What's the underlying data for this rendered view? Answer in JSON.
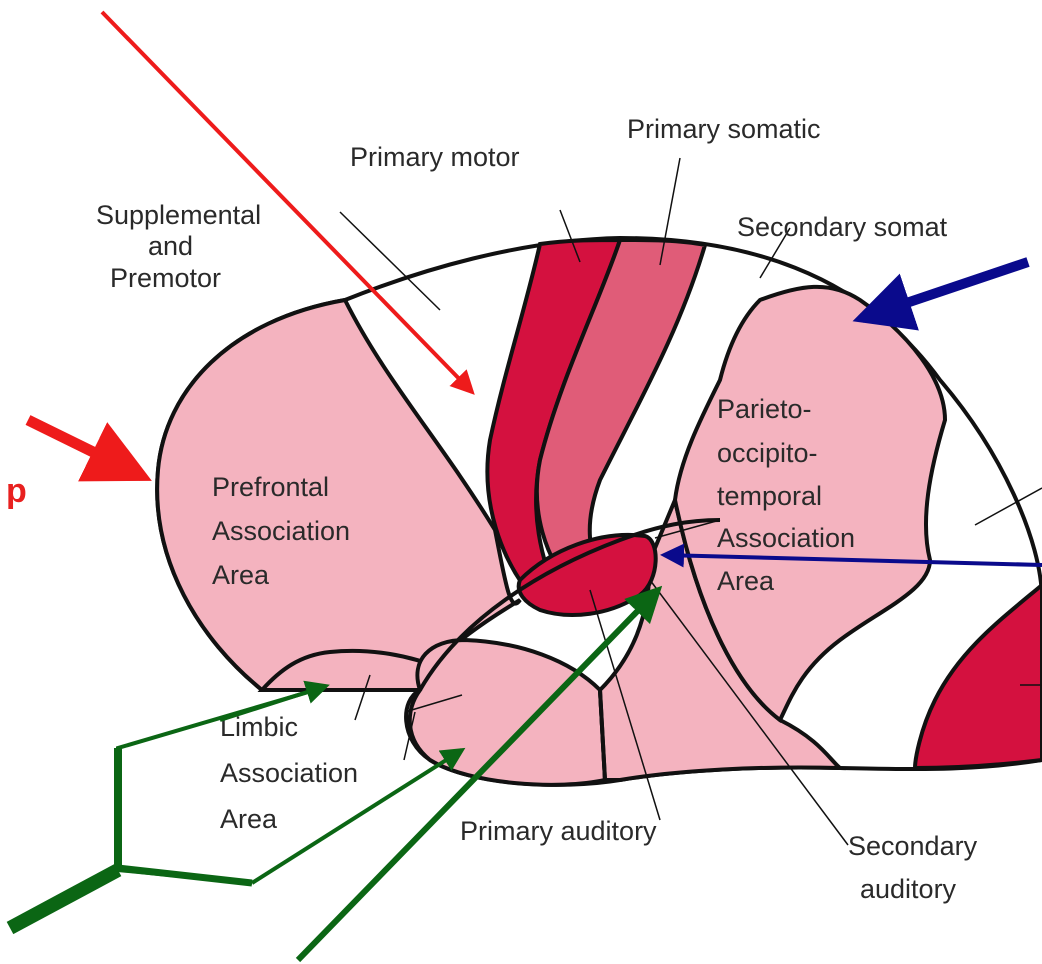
{
  "colors": {
    "background": "#ffffff",
    "association_fill": "#f4b3bf",
    "primary_fill": "#d4113f",
    "primary_somatic_fill": "#e05c78",
    "outline": "#111111",
    "red_arrow": "#ee1b1b",
    "blue_arrow": "#0a0a8c",
    "green_arrow": "#0b6614"
  },
  "labels": {
    "supplemental": "Supplemental",
    "and": "and",
    "premotor": "Premotor",
    "primary_motor": "Primary motor",
    "primary_somatic": "Primary somatic",
    "secondary_somatic": "Secondary somat",
    "prefrontal_1": "Prefrontal",
    "prefrontal_2": "Association",
    "prefrontal_3": "Area",
    "parieto_1": "Parieto-",
    "parieto_2": "occipito-",
    "parieto_3": "temporal",
    "parieto_4": "Association",
    "parieto_5": "Area",
    "limbic_1": "Limbic",
    "limbic_2": "Association",
    "limbic_3": "Area",
    "primary_auditory": "Primary auditory",
    "secondary_auditory_1": "Secondary",
    "secondary_auditory_2": "auditory",
    "edge_fragment": "p"
  }
}
